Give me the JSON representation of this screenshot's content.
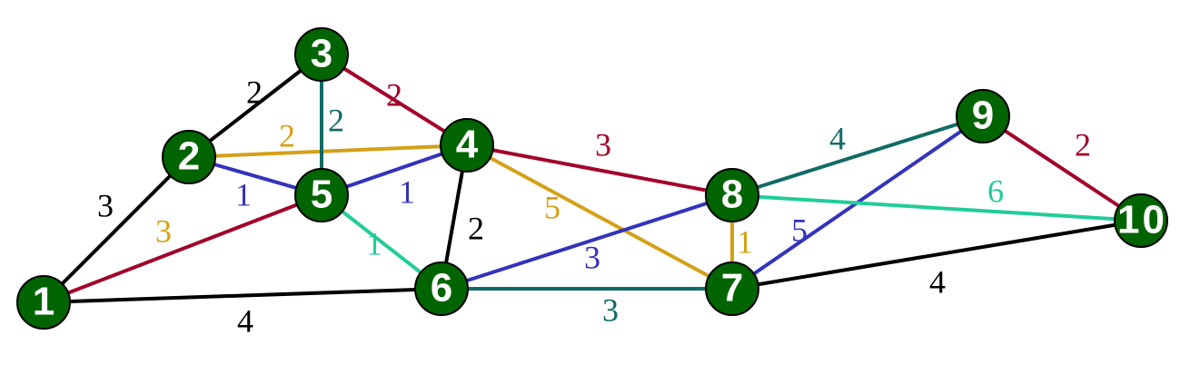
{
  "nodes": [
    {
      "id": "1",
      "label": "1"
    },
    {
      "id": "2",
      "label": "2"
    },
    {
      "id": "3",
      "label": "3"
    },
    {
      "id": "4",
      "label": "4"
    },
    {
      "id": "5",
      "label": "5"
    },
    {
      "id": "6",
      "label": "6"
    },
    {
      "id": "7",
      "label": "7"
    },
    {
      "id": "8",
      "label": "8"
    },
    {
      "id": "9",
      "label": "9"
    },
    {
      "id": "10",
      "label": "10"
    }
  ],
  "edges": [
    {
      "from": "1",
      "to": "2",
      "weight": "3",
      "color": "#000000"
    },
    {
      "from": "1",
      "to": "5",
      "weight": "3",
      "color": "#a3002a",
      "label_color": "#d4a017"
    },
    {
      "from": "1",
      "to": "6",
      "weight": "4",
      "color": "#000000"
    },
    {
      "from": "2",
      "to": "3",
      "weight": "2",
      "color": "#000000"
    },
    {
      "from": "2",
      "to": "4",
      "weight": "2",
      "color": "#d4a017"
    },
    {
      "from": "2",
      "to": "5",
      "weight": "1",
      "color": "#3333bb"
    },
    {
      "from": "3",
      "to": "5",
      "weight": "2",
      "color": "#0f6b66"
    },
    {
      "from": "3",
      "to": "4",
      "weight": "2",
      "color": "#a3002a"
    },
    {
      "from": "4",
      "to": "5",
      "weight": "1",
      "color": "#3333bb"
    },
    {
      "from": "4",
      "to": "6",
      "weight": "2",
      "color": "#000000"
    },
    {
      "from": "4",
      "to": "8",
      "weight": "3",
      "color": "#a3002a"
    },
    {
      "from": "4",
      "to": "7",
      "weight": "5",
      "color": "#d4a017"
    },
    {
      "from": "5",
      "to": "6",
      "weight": "1",
      "color": "#22cc99"
    },
    {
      "from": "6",
      "to": "8",
      "weight": "3",
      "color": "#3333bb"
    },
    {
      "from": "6",
      "to": "7",
      "weight": "3",
      "color": "#0f6b66"
    },
    {
      "from": "7",
      "to": "8",
      "weight": "1",
      "color": "#d4a017"
    },
    {
      "from": "7",
      "to": "9",
      "weight": "5",
      "color": "#3333bb"
    },
    {
      "from": "7",
      "to": "10",
      "weight": "4",
      "color": "#000000"
    },
    {
      "from": "8",
      "to": "9",
      "weight": "4",
      "color": "#0f6b66"
    },
    {
      "from": "8",
      "to": "10",
      "weight": "6",
      "color": "#22cc99"
    },
    {
      "from": "9",
      "to": "10",
      "weight": "2",
      "color": "#a3002a"
    }
  ],
  "style": {
    "node_fill": "#006400",
    "node_stroke": "#000000",
    "node_text": "#ffffff"
  }
}
